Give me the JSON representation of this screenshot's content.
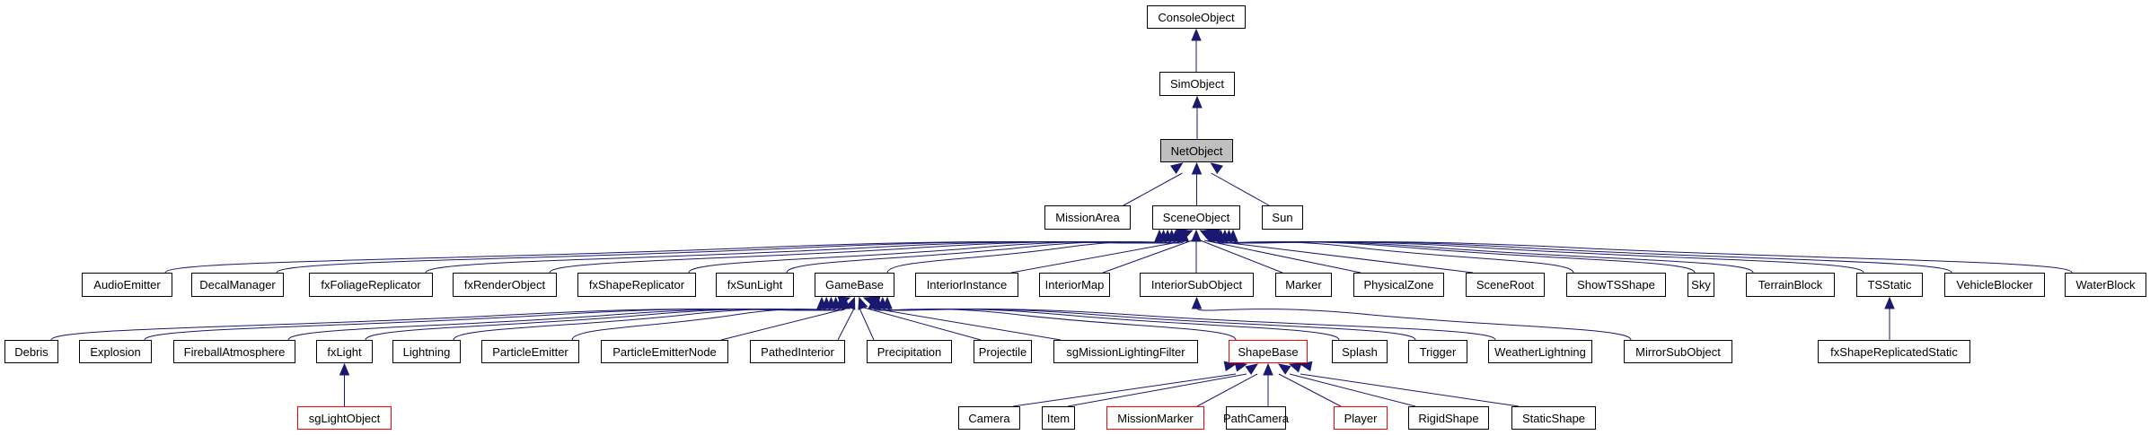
{
  "diagram": {
    "type": "class-inheritance-graph",
    "current_class": "NetObject",
    "colors": {
      "edge": "#191970",
      "box_border": "#000000",
      "incomplete_border": "#ff0000",
      "current_fill": "#bfbfbf"
    },
    "nodes": [
      {
        "id": "ConsoleObject",
        "label": "ConsoleObject"
      },
      {
        "id": "SimObject",
        "label": "SimObject"
      },
      {
        "id": "NetObject",
        "label": "NetObject",
        "current": true
      },
      {
        "id": "MissionArea",
        "label": "MissionArea"
      },
      {
        "id": "SceneObject",
        "label": "SceneObject"
      },
      {
        "id": "Sun",
        "label": "Sun"
      },
      {
        "id": "AudioEmitter",
        "label": "AudioEmitter"
      },
      {
        "id": "DecalManager",
        "label": "DecalManager"
      },
      {
        "id": "fxFoliageReplicator",
        "label": "fxFoliageReplicator"
      },
      {
        "id": "fxRenderObject",
        "label": "fxRenderObject"
      },
      {
        "id": "fxShapeReplicator",
        "label": "fxShapeReplicator"
      },
      {
        "id": "fxSunLight",
        "label": "fxSunLight"
      },
      {
        "id": "GameBase",
        "label": "GameBase"
      },
      {
        "id": "InteriorInstance",
        "label": "InteriorInstance"
      },
      {
        "id": "InteriorMap",
        "label": "InteriorMap"
      },
      {
        "id": "InteriorSubObject",
        "label": "InteriorSubObject"
      },
      {
        "id": "Marker",
        "label": "Marker"
      },
      {
        "id": "PhysicalZone",
        "label": "PhysicalZone"
      },
      {
        "id": "SceneRoot",
        "label": "SceneRoot"
      },
      {
        "id": "ShowTSShape",
        "label": "ShowTSShape"
      },
      {
        "id": "Sky",
        "label": "Sky"
      },
      {
        "id": "TerrainBlock",
        "label": "TerrainBlock"
      },
      {
        "id": "TSStatic",
        "label": "TSStatic"
      },
      {
        "id": "VehicleBlocker",
        "label": "VehicleBlocker"
      },
      {
        "id": "WaterBlock",
        "label": "WaterBlock"
      },
      {
        "id": "Debris",
        "label": "Debris"
      },
      {
        "id": "Explosion",
        "label": "Explosion"
      },
      {
        "id": "FireballAtmosphere",
        "label": "FireballAtmosphere"
      },
      {
        "id": "fxLight",
        "label": "fxLight"
      },
      {
        "id": "Lightning",
        "label": "Lightning"
      },
      {
        "id": "ParticleEmitter",
        "label": "ParticleEmitter"
      },
      {
        "id": "ParticleEmitterNode",
        "label": "ParticleEmitterNode"
      },
      {
        "id": "PathedInterior",
        "label": "PathedInterior"
      },
      {
        "id": "Precipitation",
        "label": "Precipitation"
      },
      {
        "id": "Projectile",
        "label": "Projectile"
      },
      {
        "id": "sgMissionLightingFilter",
        "label": "sgMissionLightingFilter"
      },
      {
        "id": "ShapeBase",
        "label": "ShapeBase",
        "incomplete": true
      },
      {
        "id": "Splash",
        "label": "Splash"
      },
      {
        "id": "Trigger",
        "label": "Trigger"
      },
      {
        "id": "WeatherLightning",
        "label": "WeatherLightning"
      },
      {
        "id": "MirrorSubObject",
        "label": "MirrorSubObject"
      },
      {
        "id": "fxShapeReplicatedStatic",
        "label": "fxShapeReplicatedStatic"
      },
      {
        "id": "sgLightObject",
        "label": "sgLightObject",
        "incomplete": true
      },
      {
        "id": "Camera",
        "label": "Camera"
      },
      {
        "id": "Item",
        "label": "Item"
      },
      {
        "id": "MissionMarker",
        "label": "MissionMarker",
        "incomplete": true
      },
      {
        "id": "PathCamera",
        "label": "PathCamera"
      },
      {
        "id": "Player",
        "label": "Player",
        "incomplete": true
      },
      {
        "id": "RigidShape",
        "label": "RigidShape"
      },
      {
        "id": "StaticShape",
        "label": "StaticShape"
      }
    ],
    "edges": [
      [
        "SimObject",
        "ConsoleObject"
      ],
      [
        "NetObject",
        "SimObject"
      ],
      [
        "MissionArea",
        "NetObject"
      ],
      [
        "SceneObject",
        "NetObject"
      ],
      [
        "Sun",
        "NetObject"
      ],
      [
        "AudioEmitter",
        "SceneObject"
      ],
      [
        "DecalManager",
        "SceneObject"
      ],
      [
        "fxFoliageReplicator",
        "SceneObject"
      ],
      [
        "fxRenderObject",
        "SceneObject"
      ],
      [
        "fxShapeReplicator",
        "SceneObject"
      ],
      [
        "fxSunLight",
        "SceneObject"
      ],
      [
        "GameBase",
        "SceneObject"
      ],
      [
        "InteriorInstance",
        "SceneObject"
      ],
      [
        "InteriorMap",
        "SceneObject"
      ],
      [
        "InteriorSubObject",
        "SceneObject"
      ],
      [
        "Marker",
        "SceneObject"
      ],
      [
        "PhysicalZone",
        "SceneObject"
      ],
      [
        "SceneRoot",
        "SceneObject"
      ],
      [
        "ShowTSShape",
        "SceneObject"
      ],
      [
        "Sky",
        "SceneObject"
      ],
      [
        "TerrainBlock",
        "SceneObject"
      ],
      [
        "TSStatic",
        "SceneObject"
      ],
      [
        "VehicleBlocker",
        "SceneObject"
      ],
      [
        "WaterBlock",
        "SceneObject"
      ],
      [
        "Debris",
        "GameBase"
      ],
      [
        "Explosion",
        "GameBase"
      ],
      [
        "FireballAtmosphere",
        "GameBase"
      ],
      [
        "fxLight",
        "GameBase"
      ],
      [
        "Lightning",
        "GameBase"
      ],
      [
        "ParticleEmitter",
        "GameBase"
      ],
      [
        "ParticleEmitterNode",
        "GameBase"
      ],
      [
        "PathedInterior",
        "GameBase"
      ],
      [
        "Precipitation",
        "GameBase"
      ],
      [
        "Projectile",
        "GameBase"
      ],
      [
        "sgMissionLightingFilter",
        "GameBase"
      ],
      [
        "ShapeBase",
        "GameBase"
      ],
      [
        "Splash",
        "GameBase"
      ],
      [
        "Trigger",
        "GameBase"
      ],
      [
        "WeatherLightning",
        "GameBase"
      ],
      [
        "MirrorSubObject",
        "InteriorSubObject"
      ],
      [
        "fxShapeReplicatedStatic",
        "TSStatic"
      ],
      [
        "sgLightObject",
        "fxLight"
      ],
      [
        "Camera",
        "ShapeBase"
      ],
      [
        "Item",
        "ShapeBase"
      ],
      [
        "MissionMarker",
        "ShapeBase"
      ],
      [
        "PathCamera",
        "ShapeBase"
      ],
      [
        "Player",
        "ShapeBase"
      ],
      [
        "RigidShape",
        "ShapeBase"
      ],
      [
        "StaticShape",
        "ShapeBase"
      ]
    ]
  }
}
